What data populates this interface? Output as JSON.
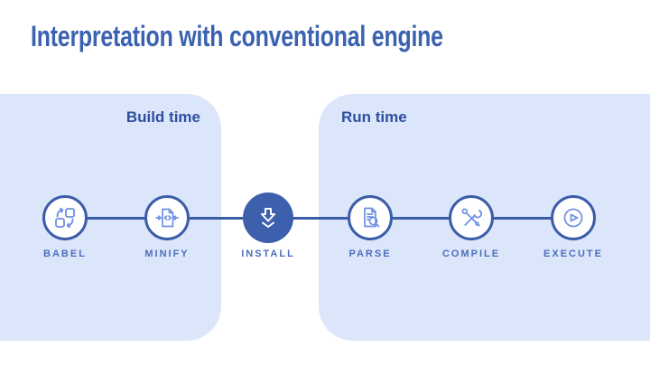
{
  "title": "Interpretation with conventional engine",
  "phases": [
    {
      "label": "Build time"
    },
    {
      "label": "Run time"
    }
  ],
  "steps": [
    {
      "label": "BABEL",
      "icon": "transform-icon"
    },
    {
      "label": "MINIFY",
      "icon": "compress-code-icon"
    },
    {
      "label": "INSTALL",
      "icon": "download-icon",
      "emphasis": true
    },
    {
      "label": "PARSE",
      "icon": "document-search-icon"
    },
    {
      "label": "COMPILE",
      "icon": "tools-icon"
    },
    {
      "label": "EXECUTE",
      "icon": "play-icon"
    }
  ],
  "colors": {
    "background": "#ffffff",
    "title": "#3a62b0",
    "panel_bg": "#dce6fb",
    "panel_heading": "#2f4f9e",
    "node_border": "#3b5ca8",
    "connector": "#3b5ca8",
    "icon_stroke": "#6d8fe4",
    "install_bg": "#3d60ad",
    "install_icon": "#ffffff",
    "step_label": "#4d6fba"
  }
}
